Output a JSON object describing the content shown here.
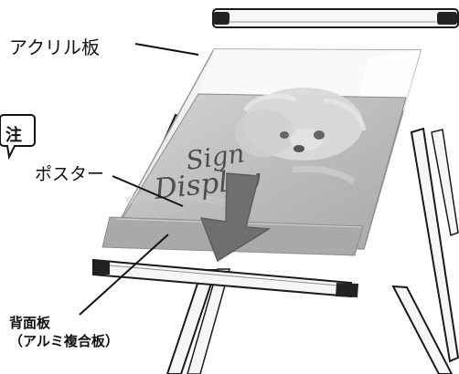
{
  "labels": {
    "acrylic": "アクリル板",
    "poster": "ポスター",
    "back_panel_line1": "背面板",
    "back_panel_line2": "（アルミ複合板）",
    "note": "注"
  },
  "poster": {
    "script_line1": "Sign",
    "script_line2": "Display"
  },
  "colors": {
    "acrylic": "#f0f0f0",
    "poster": "#b8b8b8",
    "back_panel": "#a9a9a9",
    "arrow": "#6f6f6f",
    "frame": "#eeeeee",
    "outline": "#1b1b1b"
  },
  "icons": {
    "note": "note-badge-icon",
    "arrow": "down-arrow-icon"
  }
}
